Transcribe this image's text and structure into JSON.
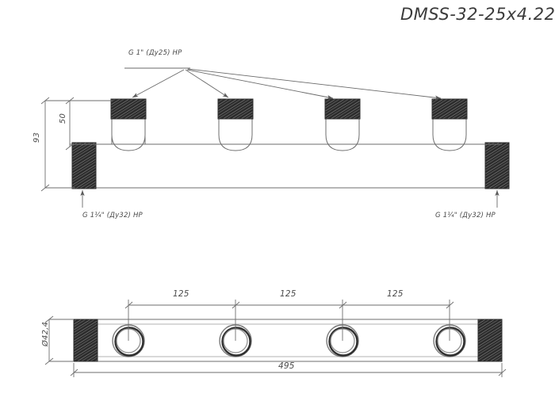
{
  "drawing": {
    "title": "DMSS-32-25x4.22",
    "labels": {
      "branch_thread": "G 1\" (Ду25) НР",
      "end_left_thread": "G 1¼\" (Ду32) НР",
      "end_right_thread": "G 1¼\" (Ду32) НР"
    },
    "dimensions": {
      "height_total": "93",
      "height_branch": "50",
      "diameter": "Ø42,4",
      "spacing_1": "125",
      "spacing_2": "125",
      "spacing_3": "125",
      "length_total": "495"
    },
    "colors": {
      "line": "#6e6e6e",
      "hatch": "#2e2e2e",
      "text": "#3f3f3f",
      "background": "#ffffff"
    }
  }
}
